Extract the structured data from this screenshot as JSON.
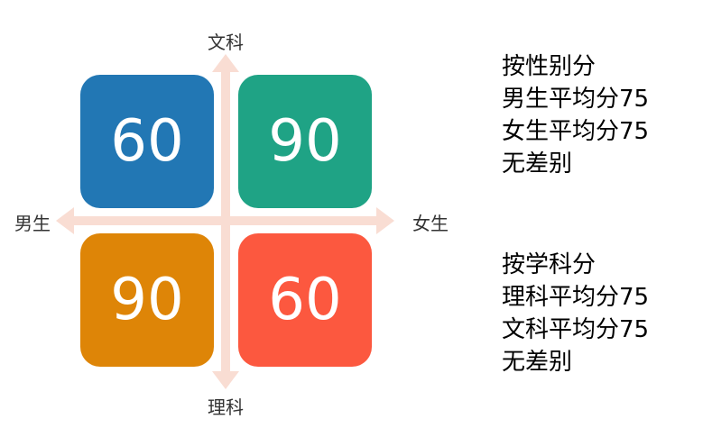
{
  "axes": {
    "top_label": "文科",
    "bottom_label": "理科",
    "left_label": "男生",
    "right_label": "女生",
    "arrow_color": "#f9ddd3"
  },
  "quadrants": {
    "top_left": {
      "value": "60",
      "color": "#2277b4"
    },
    "top_right": {
      "value": "90",
      "color": "#1fa385"
    },
    "bottom_left": {
      "value": "90",
      "color": "#de8507"
    },
    "bottom_right": {
      "value": "60",
      "color": "#fc583f"
    }
  },
  "notes": {
    "by_gender": {
      "heading": "按性别分",
      "line1": "男生平均分75",
      "line2": "女生平均分75",
      "line3": "无差别"
    },
    "by_subject": {
      "heading": "按学科分",
      "line1": "理科平均分75",
      "line2": "文科平均分75",
      "line3": "无差别"
    }
  }
}
